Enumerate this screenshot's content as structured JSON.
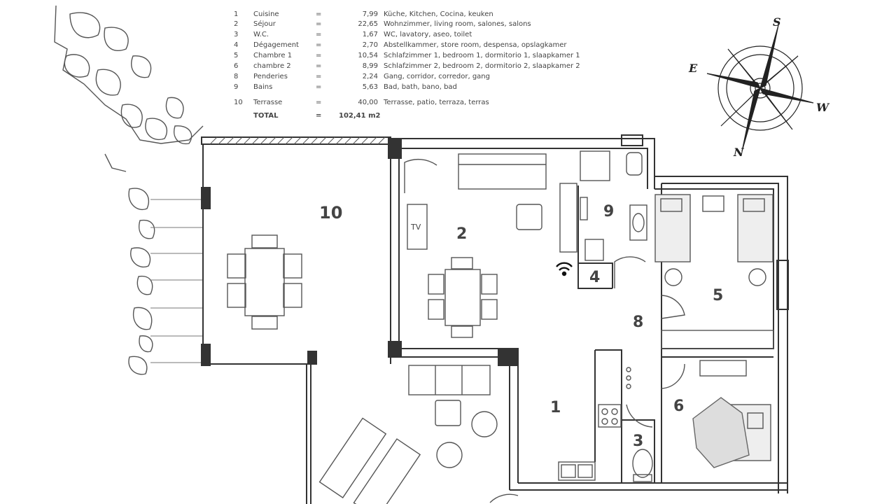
{
  "legend": {
    "rows": [
      {
        "num": "1",
        "room": "Cuisine",
        "eq": "=",
        "area": "7,99",
        "translations": "Küche, Kitchen, Cocina, keuken"
      },
      {
        "num": "2",
        "room": "Séjour",
        "eq": "=",
        "area": "22,65",
        "translations": "Wohnzimmer, living room, salones, salons"
      },
      {
        "num": "3",
        "room": "W.C.",
        "eq": "=",
        "area": "1,67",
        "translations": "WC, lavatory, aseo, toilet"
      },
      {
        "num": "4",
        "room": "Dégagement",
        "eq": "=",
        "area": "2,70",
        "translations": "Abstellkammer, store room, despensa, opslagkamer"
      },
      {
        "num": "5",
        "room": "Chambre 1",
        "eq": "=",
        "area": "10,54",
        "translations": "Schlafzimmer 1, bedroom 1, dormitorio 1, slaapkamer 1"
      },
      {
        "num": "6",
        "room": "chambre 2",
        "eq": "=",
        "area": "8,99",
        "translations": "Schlafzimmer 2, bedroom 2, dormitorio 2, slaapkamer 2"
      },
      {
        "num": "8",
        "room": "Penderies",
        "eq": "=",
        "area": "2,24",
        "translations": "Gang, corridor, corredor, gang"
      },
      {
        "num": "9",
        "room": "Bains",
        "eq": "=",
        "area": "5,63",
        "translations": "Bad, bath, bano, bad"
      },
      {
        "num": "10",
        "room": "Terrasse",
        "eq": "=",
        "area": "40,00",
        "translations": "Terrasse, patio, terraza, terras"
      }
    ],
    "total": {
      "room": "TOTAL",
      "eq": "=",
      "area": "102,41 m2"
    }
  },
  "rooms": {
    "r1": "1",
    "r2": "2",
    "r3": "3",
    "r4": "4",
    "r5": "5",
    "r6": "6",
    "r8": "8",
    "r9": "9",
    "r10": "10"
  },
  "tv": "TV",
  "compass": {
    "south": "S",
    "east": "E",
    "west": "W",
    "north": "N"
  },
  "colors": {
    "wall": "#333333",
    "line": "#555555",
    "label": "#444444"
  },
  "icons": [
    "wifi-icon",
    "compass-rose-icon"
  ]
}
